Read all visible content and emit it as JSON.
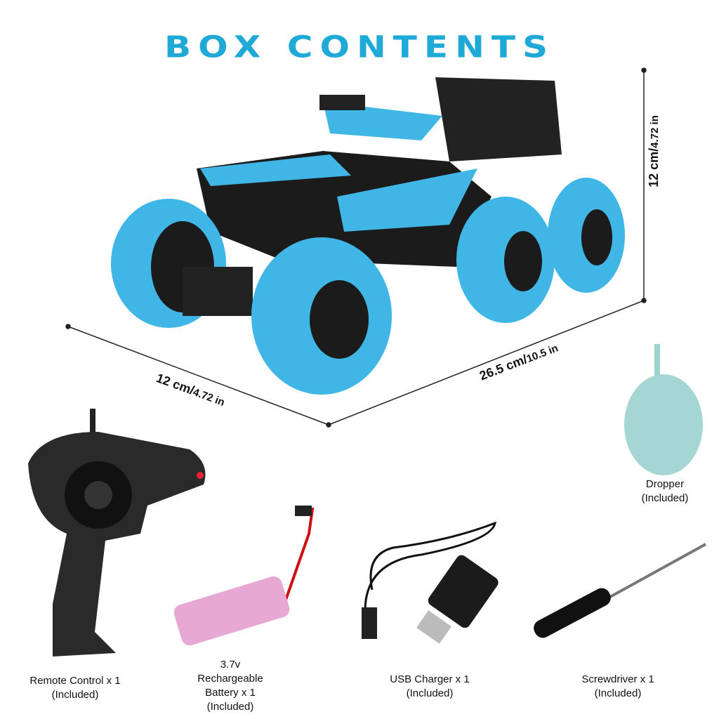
{
  "title": "BOX CONTENTS",
  "colors": {
    "accent": "#1fa9d6",
    "wheel": "#3fb6e6",
    "body": "#1b1b1b"
  },
  "dimensions": {
    "height": {
      "cm": "12 cm",
      "in": "4.72 in"
    },
    "width": {
      "cm": "12 cm",
      "in": "4.72 in"
    },
    "length": {
      "cm": "26.5 cm",
      "in": "10.5 in"
    }
  },
  "items": [
    {
      "name": "Remote Control x 1",
      "note": "(Included)"
    },
    {
      "name": "3.7v Rechargeable Battery x 1",
      "note": "(Included)"
    },
    {
      "name": "USB Charger x 1",
      "note": "(Included)"
    },
    {
      "name": "Screwdriver x 1",
      "note": "(Included)"
    },
    {
      "name": "Dropper",
      "note": "(Included)"
    }
  ]
}
